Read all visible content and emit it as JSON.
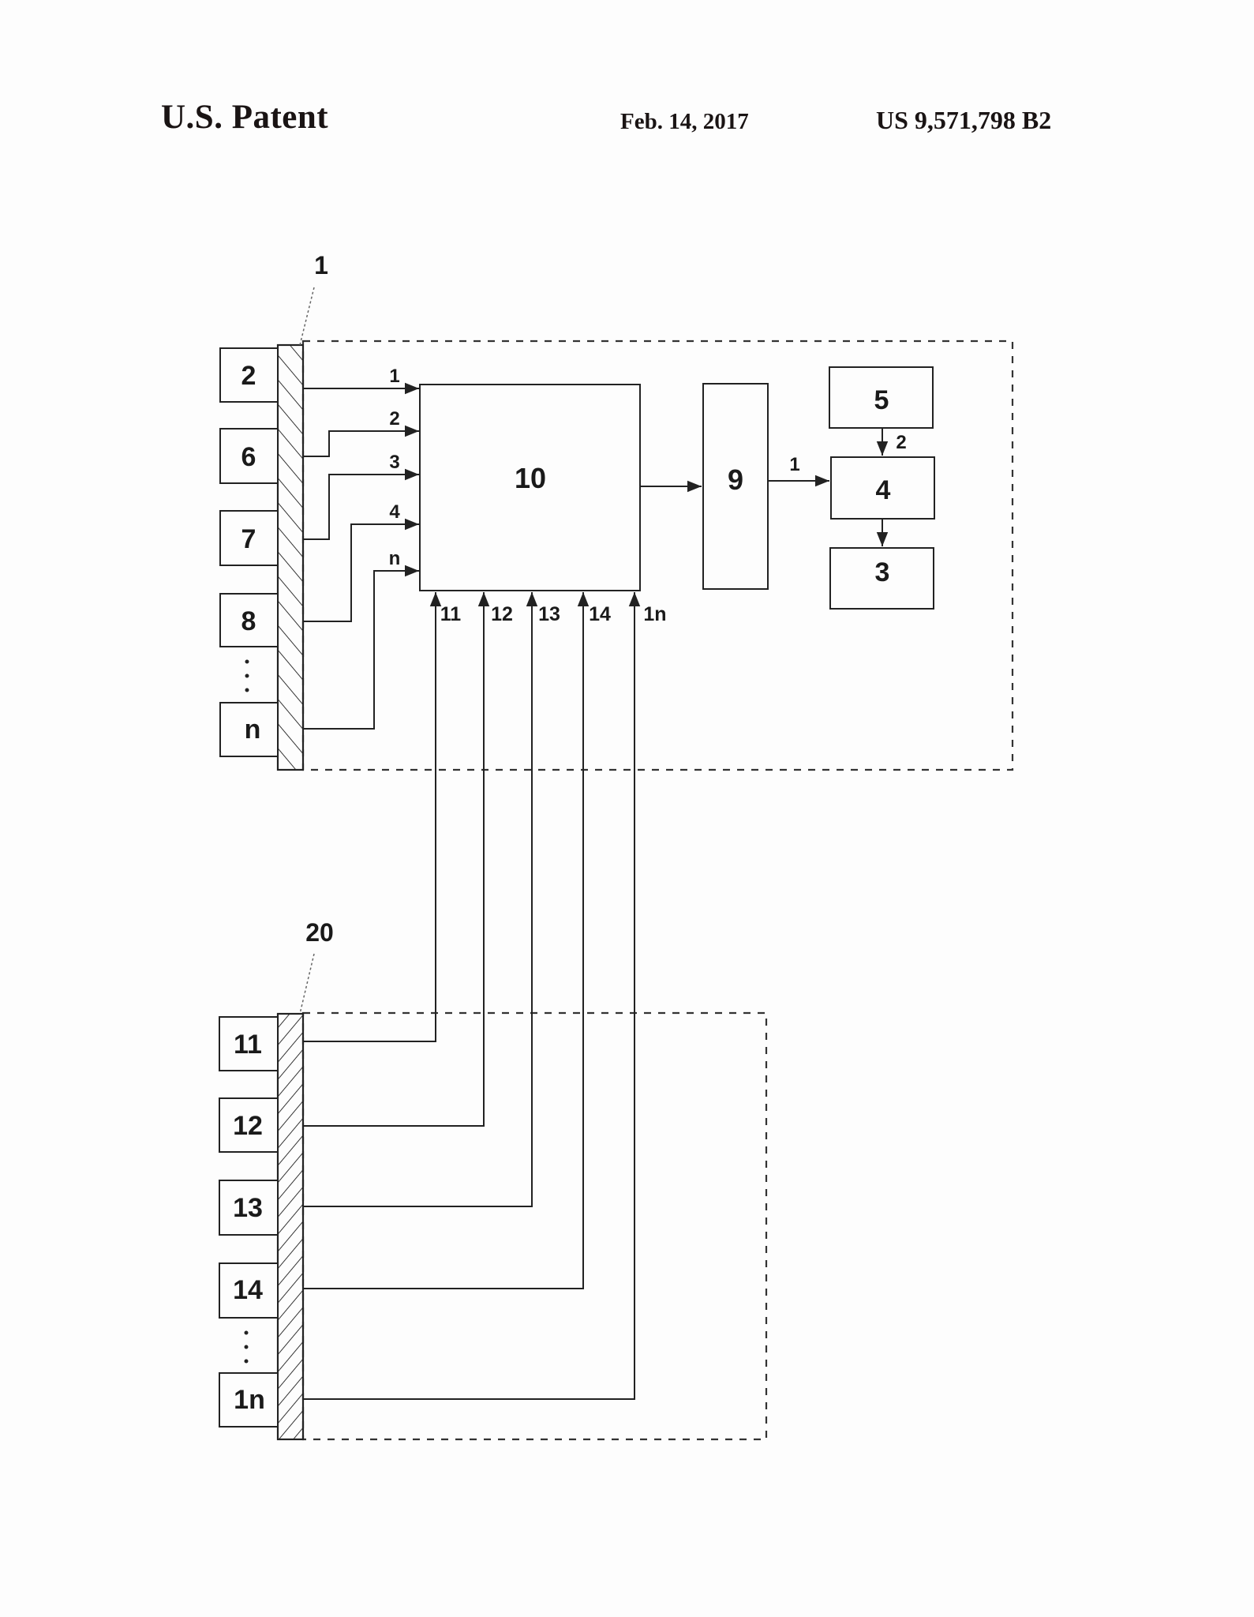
{
  "header": {
    "title": "U.S. Patent",
    "date": "Feb. 14, 2017",
    "patent_number": "US 9,571,798 B2"
  },
  "diagram": {
    "connector_top_label": "1",
    "connector_bottom_label": "20",
    "top_left_boxes": [
      "2",
      "6",
      "7",
      "8",
      "n"
    ],
    "bottom_left_boxes": [
      "11",
      "12",
      "13",
      "14",
      "1n"
    ],
    "central_block": "10",
    "block_9": "9",
    "block_5": "5",
    "block_4": "4",
    "block_3": "3",
    "input_labels_left": [
      "1",
      "2",
      "3",
      "4",
      "n"
    ],
    "input_labels_bottom": [
      "11",
      "12",
      "13",
      "14",
      "1n"
    ],
    "arrow_9_to_4_label": "1",
    "arrow_5_to_4_label": "2",
    "ellipsis": "⋮"
  }
}
